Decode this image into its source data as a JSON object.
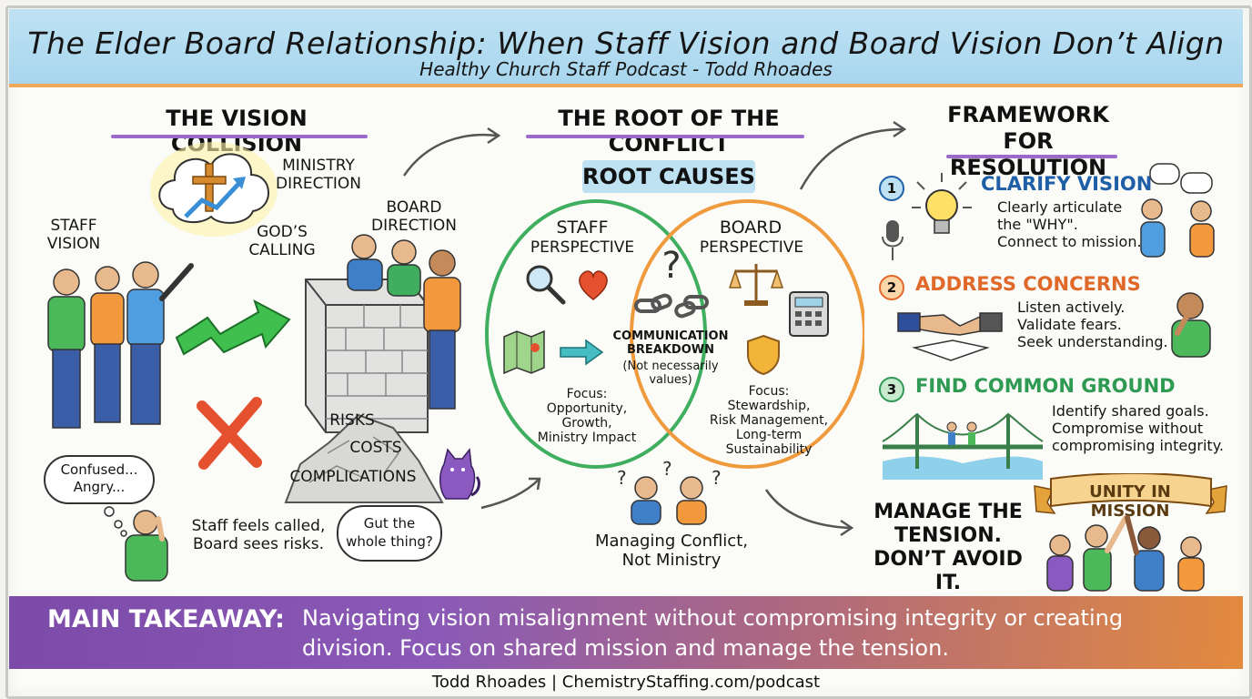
{
  "header": {
    "title": "The Elder Board Relationship: When Staff Vision and Board Vision Don’t Align",
    "subtitle": "Healthy Church Staff Podcast - Todd Rhoades"
  },
  "collision": {
    "heading": "THE VISION COLLISION",
    "ministry_direction": "MINISTRY\nDIRECTION",
    "gods_calling": "GOD’S\nCALLING",
    "staff_vision": "STAFF\nVISION",
    "board_direction": "BOARD\nDIRECTION",
    "risks": "RISKS",
    "costs": "COSTS",
    "complications": "COMPLICATIONS",
    "confused": "Confused...\nAngry...",
    "staff_feels": "Staff feels called,\nBoard sees risks.",
    "gut_bubble": "Gut the\nwhole thing?"
  },
  "root": {
    "heading": "THE ROOT OF THE CONFLICT",
    "root_causes": "ROOT CAUSES",
    "staff_perspective_1": "STAFF",
    "staff_perspective_2": "PERSPECTIVE",
    "board_perspective_1": "BOARD",
    "board_perspective_2": "PERSPECTIVE",
    "comm_breakdown": "COMMUNICATION\nBREAKDOWN",
    "comm_note": "(Not necessarily\nvalues)",
    "staff_focus": "Focus:\nOpportunity,\nGrowth,\nMinistry Impact",
    "board_focus": "Focus:\nStewardship,\nRisk Management,\nLong-term\nSustainability",
    "managing": "Managing Conflict,\nNot Ministry"
  },
  "framework": {
    "heading": "FRAMEWORK FOR\nRESOLUTION",
    "steps": [
      {
        "num": "1",
        "title": "CLARIFY VISION",
        "body": "Clearly articulate\nthe \"WHY\".\nConnect to mission.",
        "color": "#1f5fa8"
      },
      {
        "num": "2",
        "title": "ADDRESS CONCERNS",
        "body": "Listen actively.\nValidate fears.\nSeek understanding.",
        "color": "#e0692a"
      },
      {
        "num": "3",
        "title": "FIND COMMON GROUND",
        "body": "Identify shared goals.\nCompromise without\ncompromising integrity.",
        "color": "#2e9a52"
      }
    ],
    "manage_tension": "MANAGE THE\nTENSION.\nDON’T AVOID IT.",
    "unity_banner": "UNITY IN MISSION"
  },
  "takeaway": {
    "label": "MAIN TAKEAWAY:",
    "text": "Navigating vision misalignment without compromising integrity or creating division. Focus on shared mission and manage the tension."
  },
  "footer": "Todd Rhoades | ChemistryStaffing.com/podcast",
  "colors": {
    "header_bg": "#a8d6ee",
    "accent_orange": "#f0a85a",
    "staff_circle": "#3fae5e",
    "board_circle": "#f09a3e",
    "underline": "#9a6ac8",
    "takeaway_start": "#7c4aa8",
    "takeaway_end": "#e38a3e"
  },
  "icons": [
    "cross-icon",
    "thought-cloud-icon",
    "brick-wall-icon",
    "x-mark-icon",
    "arrow-icon",
    "magnifier-icon",
    "heart-icon",
    "map-icon",
    "broken-chain-icon",
    "question-mark-icon",
    "scales-icon",
    "calculator-icon",
    "shield-icon",
    "lightbulb-icon",
    "microphone-icon",
    "handshake-icon",
    "bridge-icon",
    "cat-icon"
  ]
}
